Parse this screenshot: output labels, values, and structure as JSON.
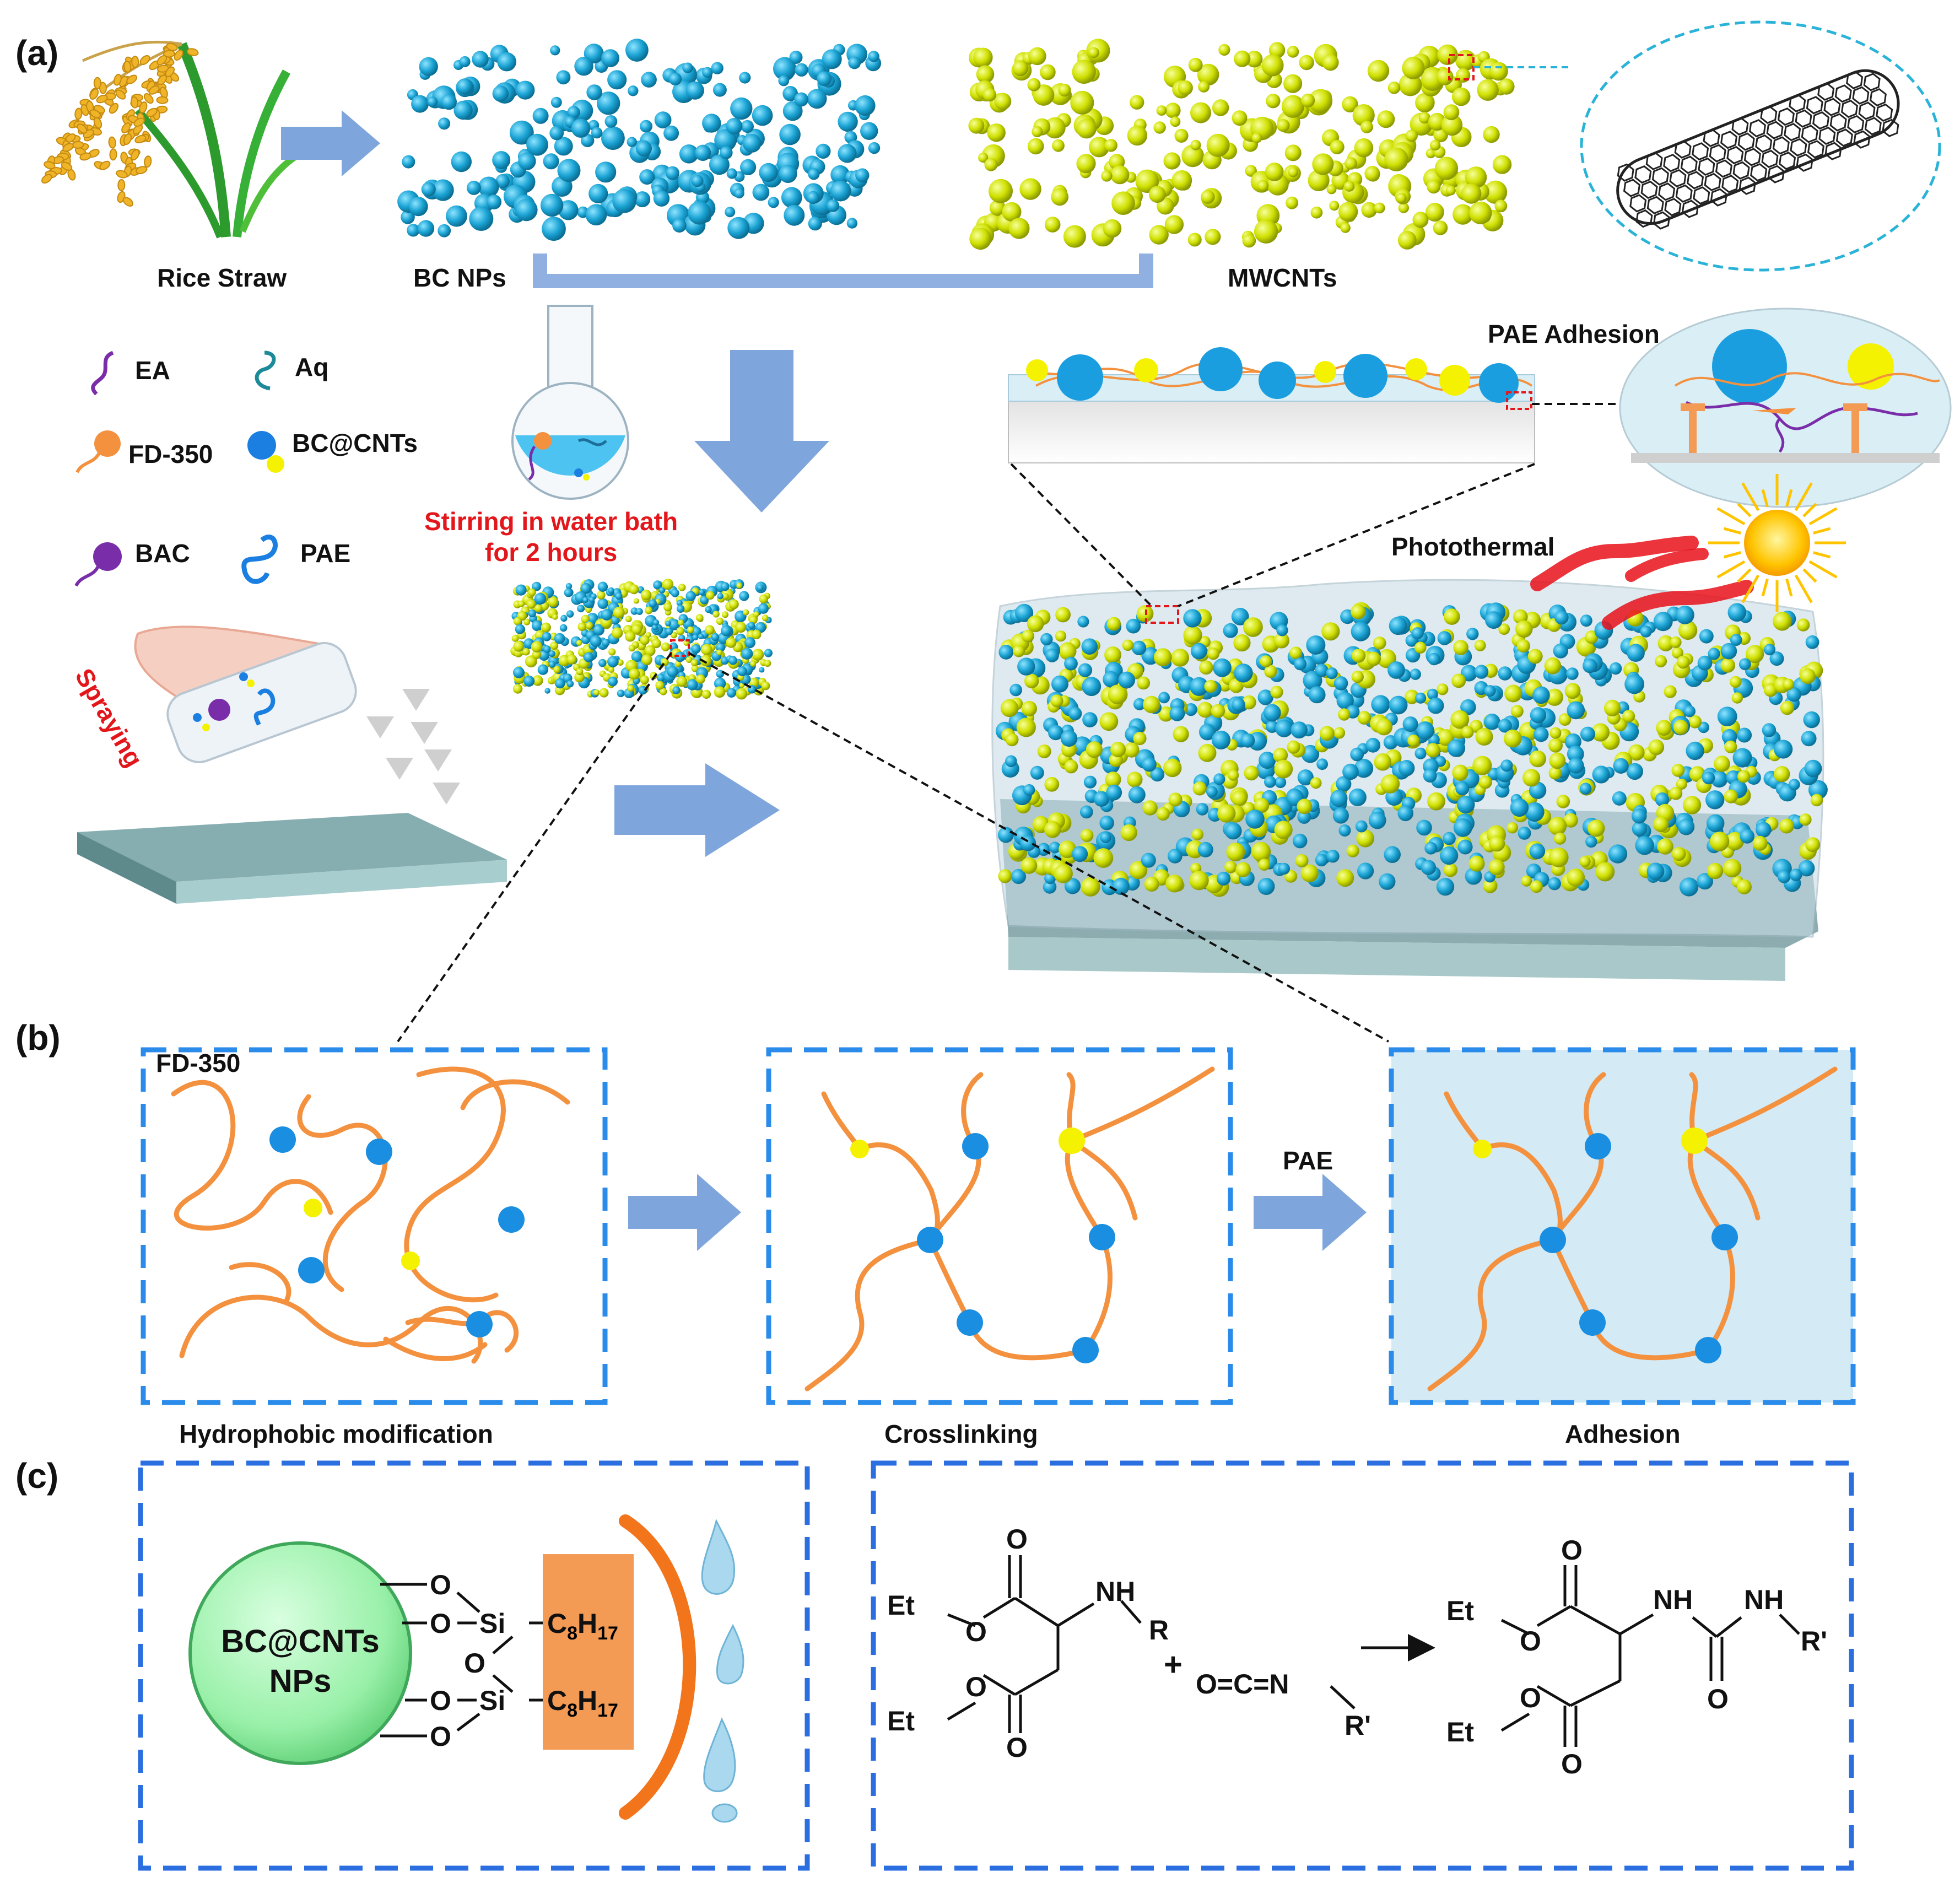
{
  "panels": {
    "a": "(a)",
    "b": "(b)",
    "c": "(c)"
  },
  "panel_a": {
    "rice_straw": "Rice Straw",
    "bc_nps": "BC NPs",
    "mwcnts": "MWCNTs",
    "legend": {
      "ea": "EA",
      "aq": "Aq",
      "fd350": "FD-350",
      "bc_cnts": "BC@CNTs",
      "bac": "BAC",
      "pae": "PAE"
    },
    "stirring_line1": "Stirring in  water bath",
    "stirring_line2": "for 2 hours",
    "spraying": "Spraying",
    "pae_adhesion": "PAE Adhesion",
    "photothermal": "Photothermal"
  },
  "panel_b": {
    "fd350": "FD-350",
    "pae": "PAE",
    "step1": "Hydrophobic modification",
    "step2": "Crosslinking",
    "step3": "Adhesion"
  },
  "panel_c": {
    "np_line1": "BC@CNTs",
    "np_line2": "NPs",
    "o": "O",
    "si": "Si",
    "c8": "C",
    "c8_sub1": "8",
    "h17": "H",
    "h17_sub": "17",
    "et": "Et",
    "nh": "NH",
    "r": "R",
    "r_prime": "R'",
    "plus": "+",
    "isocyanate": "O=C=N"
  },
  "colors": {
    "bc_blue": "#1aa3d4",
    "cnt_yellow": "#d8e600",
    "arrow_blue": "#7fa6dc",
    "chain_orange": "#f3913f",
    "dash_blue": "#2a8bea",
    "red_text": "#e3161b",
    "np_green": "#98f0a8",
    "octyl_orange": "#f39a55"
  }
}
